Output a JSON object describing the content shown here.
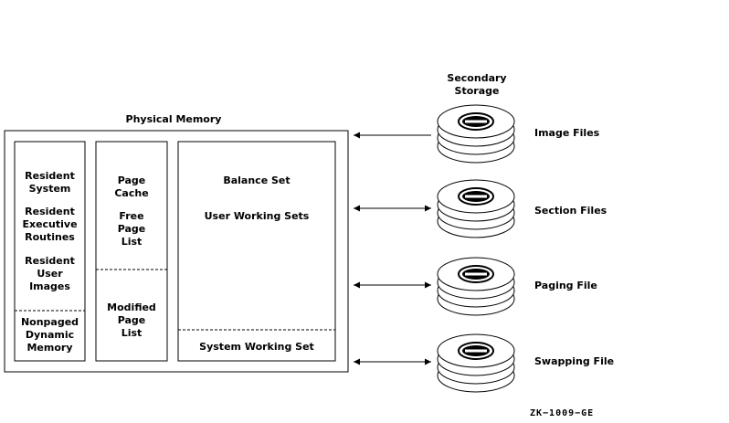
{
  "diagram": {
    "physical_memory_title": "Physical Memory",
    "secondary_storage_title": "Secondary\nStorage",
    "col1": {
      "resident_system": "Resident\nSystem",
      "resident_exec": "Resident\nExecutive\nRoutines",
      "resident_user": "Resident\nUser\nImages",
      "nonpaged": "Nonpaged\nDynamic\nMemory"
    },
    "col2": {
      "page_cache": "Page\nCache",
      "free_page_list": "Free\nPage\nList",
      "modified_page_list": "Modified\nPage\nList"
    },
    "col3": {
      "balance_set": "Balance Set",
      "user_working_sets": "User Working Sets",
      "system_working_set": "System Working Set"
    },
    "storage": {
      "image_files": "Image Files",
      "section_files": "Section Files",
      "paging_file": "Paging File",
      "swapping_file": "Swapping File"
    },
    "figure_code": "ZK−1009−GE"
  }
}
